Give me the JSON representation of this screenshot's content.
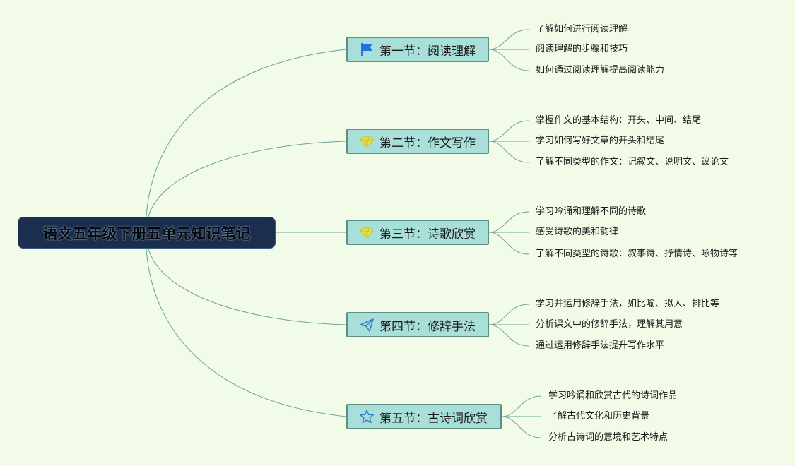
{
  "root": {
    "label": "语文五年级下册五单元知识笔记"
  },
  "sections": [
    {
      "title": "第一节：阅读理解",
      "icon": "flag-icon",
      "icon_color": "#1e73e8",
      "items": [
        "了解如何进行阅读理解",
        "阅读理解的步骤和技巧",
        "如何通过阅读理解提高阅读能力"
      ]
    },
    {
      "title": "第二节：作文写作",
      "icon": "diamond-icon",
      "icon_color": "#e9e64a",
      "items": [
        "掌握作文的基本结构：开头、中间、结尾",
        "学习如何写好文章的开头和结尾",
        "了解不同类型的作文：记叙文、说明文、议论文"
      ]
    },
    {
      "title": "第三节：诗歌欣赏",
      "icon": "diamond-icon",
      "icon_color": "#e9e64a",
      "items": [
        "学习吟诵和理解不同的诗歌",
        "感受诗歌的美和韵律",
        "了解不同类型的诗歌：叙事诗、抒情诗、咏物诗等"
      ]
    },
    {
      "title": "第四节：修辞手法",
      "icon": "paper-plane-icon",
      "icon_color": "#2f7fd1",
      "items": [
        "学习并运用修辞手法，如比喻、拟人、排比等",
        "分析课文中的修辞手法，理解其用意",
        "通过运用修辞手法提升写作水平"
      ]
    },
    {
      "title": "第五节：古诗词欣赏",
      "icon": "star-icon",
      "icon_color": "#2f7fd1",
      "items": [
        "学习吟诵和欣赏古代的诗词作品",
        "了解古代文化和历史背景",
        "分析古诗词的意境和艺术特点"
      ]
    }
  ],
  "colors": {
    "line": "#6aa295",
    "background": "#f2fbe8",
    "section_fill": "#a9dfd9",
    "root_fill": "#1c2e4d"
  }
}
